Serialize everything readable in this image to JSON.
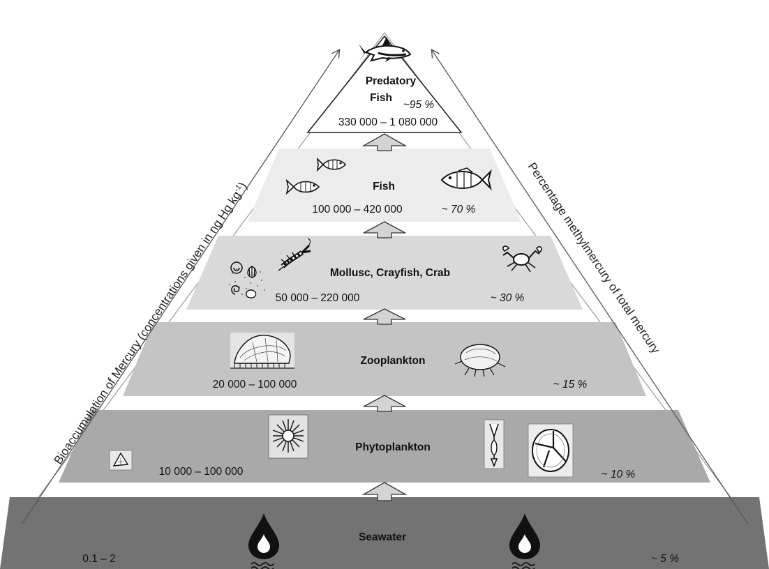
{
  "axis_left": "Bioaccumulation of Mercury (concentrations given in ng Hg kg",
  "axis_left_sup": "-1",
  "axis_left_end": ")",
  "axis_right": "Percentage methylmercury of total mercury",
  "levels": [
    {
      "name": "Predatory",
      "name2": "Fish",
      "range": "330 000  – 1 080 000",
      "percent": "~95 %",
      "fill": "#ffffff"
    },
    {
      "name": "Fish",
      "range": "100 000 – 420 000",
      "percent": "~ 70 %",
      "fill": "#ececec"
    },
    {
      "name": "Mollusc, Crayfish, Crab",
      "range": "50 000 – 220 000",
      "percent": "~ 30 %",
      "fill": "#d9d9d9"
    },
    {
      "name": "Zooplankton",
      "range": "20 000 – 100 000",
      "percent": "~ 15 %",
      "fill": "#c4c4c4"
    },
    {
      "name": "Phytoplankton",
      "range": "10 000 – 100 000",
      "percent": "~ 10 %",
      "fill": "#a9a9a9"
    },
    {
      "name": "Seawater",
      "range": "0.1 – 2",
      "percent": "~ 5 %",
      "fill": "#737373"
    }
  ],
  "icons": [
    "shark-icon",
    "fish-icon",
    "lobster-icon",
    "crab-icon",
    "shell-icon",
    "zooplankton-icon",
    "phytoplankton-icon",
    "water-drop-icon"
  ]
}
